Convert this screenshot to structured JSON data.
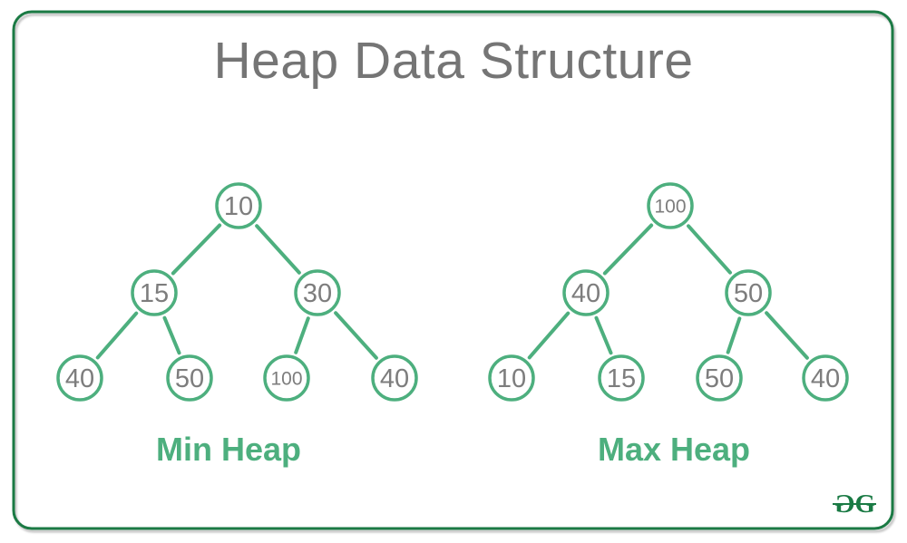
{
  "title": "Heap Data Structure",
  "colors": {
    "border_green": "#1b7a44",
    "tree_green": "#4daf7e",
    "title_gray": "#757575",
    "value_gray": "#7d7d7d",
    "label_green": "#4daf7e",
    "logo_green": "#1a7a44"
  },
  "min_heap": {
    "label": "Min Heap",
    "nodes": [
      {
        "value": "10"
      },
      {
        "value": "15"
      },
      {
        "value": "30"
      },
      {
        "value": "40"
      },
      {
        "value": "50"
      },
      {
        "value": "100"
      },
      {
        "value": "40"
      }
    ],
    "edges": [
      [
        0,
        1
      ],
      [
        0,
        2
      ],
      [
        1,
        3
      ],
      [
        1,
        4
      ],
      [
        2,
        5
      ],
      [
        2,
        6
      ]
    ]
  },
  "max_heap": {
    "label": "Max Heap",
    "nodes": [
      {
        "value": "100"
      },
      {
        "value": "40"
      },
      {
        "value": "50"
      },
      {
        "value": "10"
      },
      {
        "value": "15"
      },
      {
        "value": "50"
      },
      {
        "value": "40"
      }
    ],
    "edges": [
      [
        0,
        1
      ],
      [
        0,
        2
      ],
      [
        1,
        3
      ],
      [
        1,
        4
      ],
      [
        2,
        5
      ],
      [
        2,
        6
      ]
    ]
  },
  "logo": {
    "g_left": "G",
    "g_right": "G"
  }
}
